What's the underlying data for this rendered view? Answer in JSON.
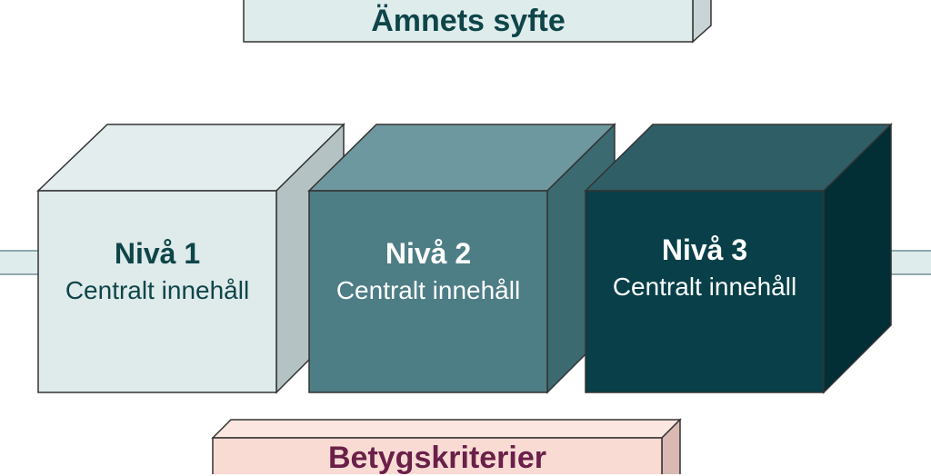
{
  "top_box": {
    "label": "Ämnets syfte"
  },
  "bottom_box": {
    "label": "Betygskriterier"
  },
  "levels": [
    {
      "title": "Nivå 1",
      "subtitle": "Centralt innehåll"
    },
    {
      "title": "Nivå 2",
      "subtitle": "Centralt innehåll"
    },
    {
      "title": "Nivå 3",
      "subtitle": "Centralt innehåll"
    }
  ],
  "colors": {
    "teal_text": "#0e4549",
    "plum_text": "#6a2048",
    "syfte_fill": "#dfecec",
    "betyg_fill": "#f9dbd4",
    "cube1_front": "#dfeaea",
    "cube2_front": "#4d7d85",
    "cube3_front": "#083f48"
  }
}
